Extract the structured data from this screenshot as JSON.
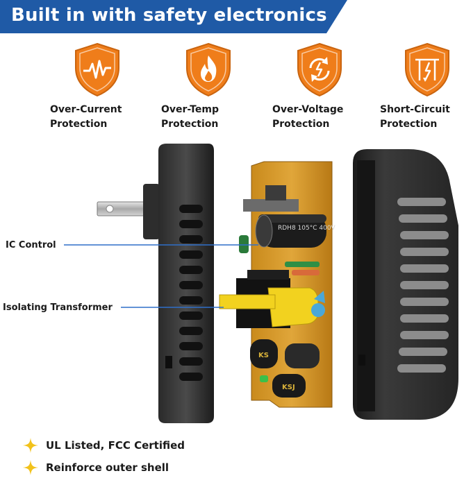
{
  "banner": {
    "title": "Built in with safety electronics"
  },
  "protections": [
    {
      "icon": "current-wave-icon",
      "line1": "Over-Current",
      "line2": "Protection"
    },
    {
      "icon": "flame-icon",
      "line1": "Over-Temp",
      "line2": "Protection"
    },
    {
      "icon": "refresh-cycle-icon",
      "line1": "Over-Voltage",
      "line2": "Protection"
    },
    {
      "icon": "circuit-switch-icon",
      "line1": "Short-Circuit",
      "line2": "Protection"
    }
  ],
  "callouts": {
    "ic_control": "IC Control",
    "transformer": "Isolating Transformer"
  },
  "components": {
    "capacitor_main": "RDH8 105°C 400V",
    "capacitor_ksj": "KSJ",
    "capacitor_ks": "KS"
  },
  "features": [
    {
      "icon": "sparkle-star-icon",
      "label": "UL Listed,  FCC Certified"
    },
    {
      "icon": "sparkle-star-icon",
      "label": "Reinforce outer shell"
    }
  ],
  "colors": {
    "banner": "#1f5aa6",
    "shield_orange": "#ef7d1a",
    "callout_line": "#2f6fc9",
    "star_gold": "#f2c21b"
  }
}
